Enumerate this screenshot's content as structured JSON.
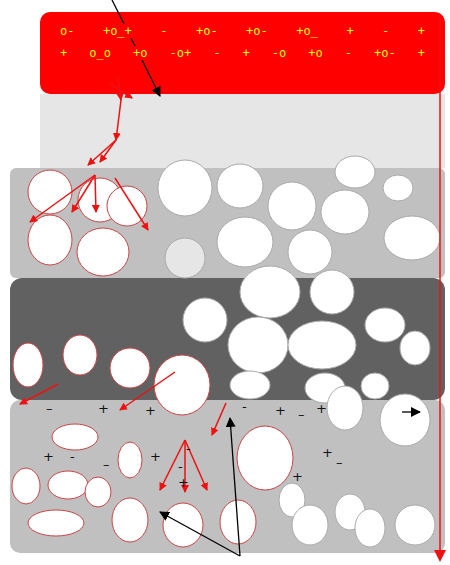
{
  "diagram": {
    "nodes": [
      {
        "text": [
          "o- +o_+ - +o- +o- +o_ + - +",
          "+ o_o +o -o+ - + -o +o - +o- +"
        ]
      },
      {
        "text": [
          "–",
          "+",
          "+",
          "-",
          "+",
          "–",
          "+",
          "+",
          "-",
          "–",
          "+",
          "-",
          "-",
          "+",
          "+",
          "–",
          "+"
        ]
      }
    ]
  }
}
